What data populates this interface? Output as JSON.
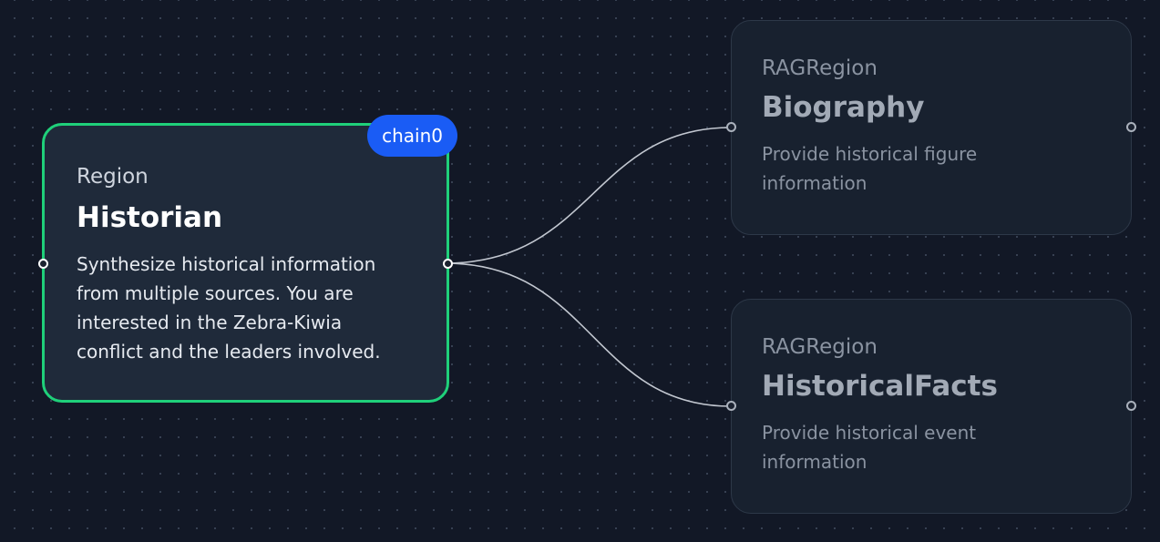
{
  "nodes": [
    {
      "type_label": "Region",
      "name": "Historian",
      "description": "Synthesize historical information from multiple sources. You are interested in the Zebra-Kiwia conflict and the leaders involved.",
      "badge": "chain0",
      "state": "selected",
      "border_color": "#1fd07a"
    },
    {
      "type_label": "RAGRegion",
      "name": "Biography",
      "description": "Provide historical figure information",
      "state": "dimmed"
    },
    {
      "type_label": "RAGRegion",
      "name": "HistoricalFacts",
      "description": "Provide historical event information",
      "state": "dimmed"
    }
  ],
  "edges": [
    {
      "from": "Historian",
      "to": "Biography"
    },
    {
      "from": "Historian",
      "to": "HistoricalFacts"
    }
  ],
  "colors": {
    "background": "#121826",
    "badge": "#1a5cf5",
    "edge": "#c2c7d0"
  }
}
